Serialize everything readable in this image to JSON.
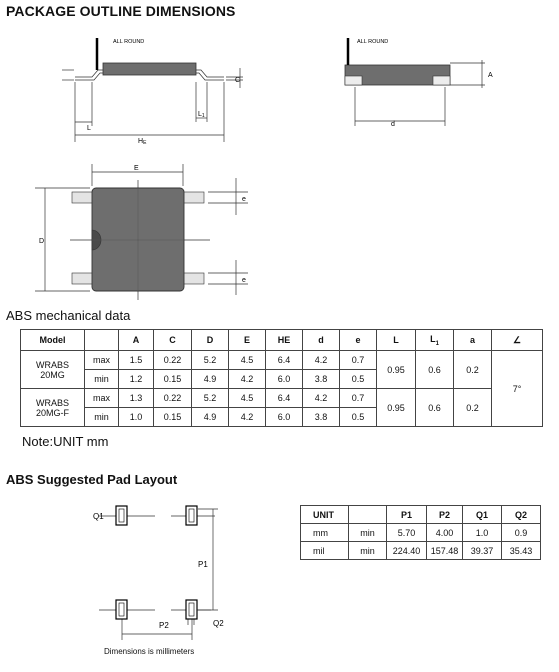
{
  "titles": {
    "outline": "PACKAGE OUTLINE DIMENSIONS",
    "mechanical": "ABS mechanical data",
    "pad_layout": "ABS Suggested Pad Layout",
    "note": "Note:UNIT mm",
    "pad_caption": "Dimensions is millimeters"
  },
  "drawing_labels": {
    "all_round_1": "ALL ROUND",
    "all_round_2": "ALL ROUND",
    "C": "C",
    "L": "L",
    "L1": "L",
    "L1_sub": "1",
    "HE": "H",
    "HE_sub": "E",
    "A": "A",
    "d": "d",
    "E": "E",
    "D": "D",
    "e_top": "e",
    "e_bottom": "e",
    "Q1": "Q1",
    "P1": "P1",
    "P2": "P2",
    "Q2": "Q2"
  },
  "mech_table": {
    "headers": {
      "model": "Model",
      "blank": "",
      "A": "A",
      "C": "C",
      "D": "D",
      "E": "E",
      "HE": "HE",
      "d": "d",
      "e": "e",
      "L": "L",
      "L1": "L",
      "L1_sub": "1",
      "a": "a",
      "angle": "∠"
    },
    "groups": [
      {
        "model_line1": "WRABS",
        "model_line2": "20MG",
        "L": "0.95",
        "L1": "0.6",
        "a": "0.2",
        "rows": [
          {
            "label": "max",
            "A": "1.5",
            "C": "0.22",
            "D": "5.2",
            "E": "4.5",
            "HE": "6.4",
            "d": "4.2",
            "e": "0.7"
          },
          {
            "label": "min",
            "A": "1.2",
            "C": "0.15",
            "D": "4.9",
            "E": "4.2",
            "HE": "6.0",
            "d": "3.8",
            "e": "0.5"
          }
        ]
      },
      {
        "model_line1": "WRABS",
        "model_line2": "20MG-F",
        "L": "0.95",
        "L1": "0.6",
        "a": "0.2",
        "rows": [
          {
            "label": "max",
            "A": "1.3",
            "C": "0.22",
            "D": "5.2",
            "E": "4.5",
            "HE": "6.4",
            "d": "4.2",
            "e": "0.7"
          },
          {
            "label": "min",
            "A": "1.0",
            "C": "0.15",
            "D": "4.9",
            "E": "4.2",
            "HE": "6.0",
            "d": "3.8",
            "e": "0.5"
          }
        ]
      }
    ],
    "angle_value": "7°"
  },
  "pad_table": {
    "headers": [
      "UNIT",
      "",
      "P1",
      "P2",
      "Q1",
      "Q2"
    ],
    "rows": [
      {
        "unit": "mm",
        "type": "min",
        "P1": "5.70",
        "P2": "4.00",
        "Q1": "1.0",
        "Q2": "0.9"
      },
      {
        "unit": "mil",
        "type": "min",
        "P1": "224.40",
        "P2": "157.48",
        "Q1": "39.37",
        "Q2": "35.43"
      }
    ]
  },
  "colors": {
    "body_fill": "#6e6e6e",
    "body_dark": "#4a4a4a",
    "lead_fill": "#d8d8d8",
    "pad_fill": "#ffffff",
    "line": "#333333"
  }
}
